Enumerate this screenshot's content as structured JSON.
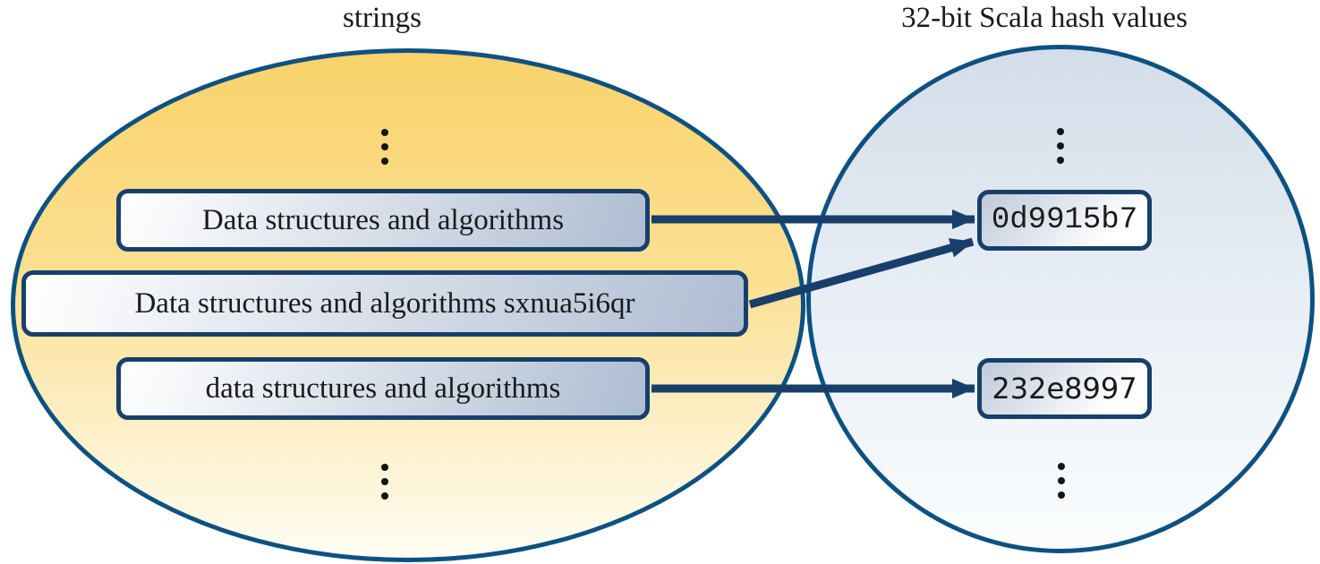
{
  "titles": {
    "left": "strings",
    "right": "32-bit Scala hash values"
  },
  "strings": [
    "Data structures and algorithms",
    "Data structures and algorithms sxnua5i6qr",
    "data structures and algorithms"
  ],
  "hashes": [
    "0d9915b7",
    "232e8997"
  ],
  "mappings": [
    {
      "from": "Data structures and algorithms",
      "to": "0d9915b7"
    },
    {
      "from": "Data structures and algorithms sxnua5i6qr",
      "to": "0d9915b7"
    },
    {
      "from": "data structures and algorithms",
      "to": "232e8997"
    }
  ],
  "ellipsis_symbol": "⋮",
  "colors": {
    "shape_border": "#0d5181",
    "box_border": "#183f6b",
    "arrow": "#183f6b",
    "ellipse_top": "#fad26a",
    "ellipse_bottom": "#fffdf4",
    "circle_top": "#d3dde9",
    "circle_bottom": "#fbfdfe",
    "box_fill_steel": "#aebdd2",
    "text": "#1a1a1a"
  }
}
